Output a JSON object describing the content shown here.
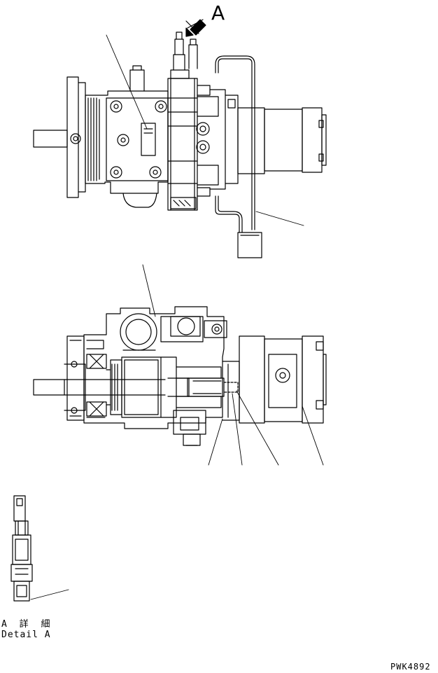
{
  "view_arrow": {
    "letter": "A"
  },
  "detail": {
    "label_jp": "A 詳 細",
    "label_en": "Detail A"
  },
  "drawing_number": "PWK4892",
  "colors": {
    "line": "#000000",
    "background": "#ffffff"
  }
}
